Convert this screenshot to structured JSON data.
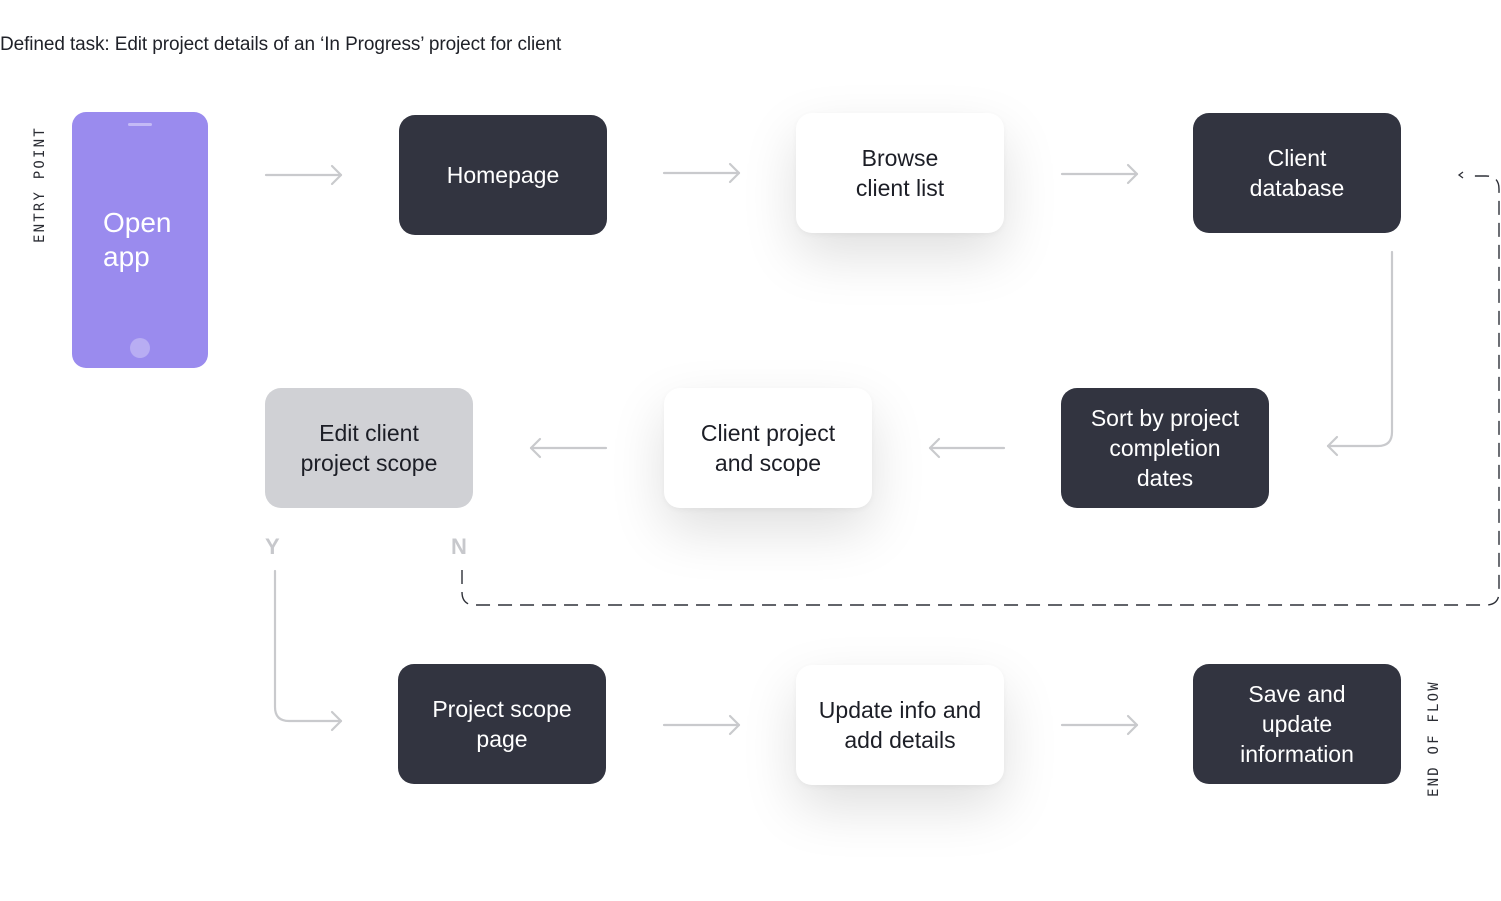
{
  "task": "Defined task: Edit project details of an ‘In Progress’ project for client",
  "entry_label": "ENTRY POINT",
  "end_label": "END OF FLOW",
  "phone": {
    "label": "Open\napp",
    "color": "#9a8bee"
  },
  "nodes": {
    "homepage": "Homepage",
    "browse": "Browse\nclient list",
    "client_db": "Client\ndatabase",
    "sort": "Sort by project\ncompletion\ndates",
    "client_project": "Client project\nand scope",
    "edit_scope": "Edit client\nproject scope",
    "scope_page": "Project scope\npage",
    "update_info": "Update info and\nadd details",
    "save": "Save and\nupdate\ninformation"
  },
  "branches": {
    "yes": "Y",
    "no": "N"
  },
  "colors": {
    "dark_node": "#323440",
    "light_node": "#ffffff",
    "decision_node": "#d0d1d5",
    "connector": "#c9cacd",
    "dashed_connector": "#2e3038"
  }
}
